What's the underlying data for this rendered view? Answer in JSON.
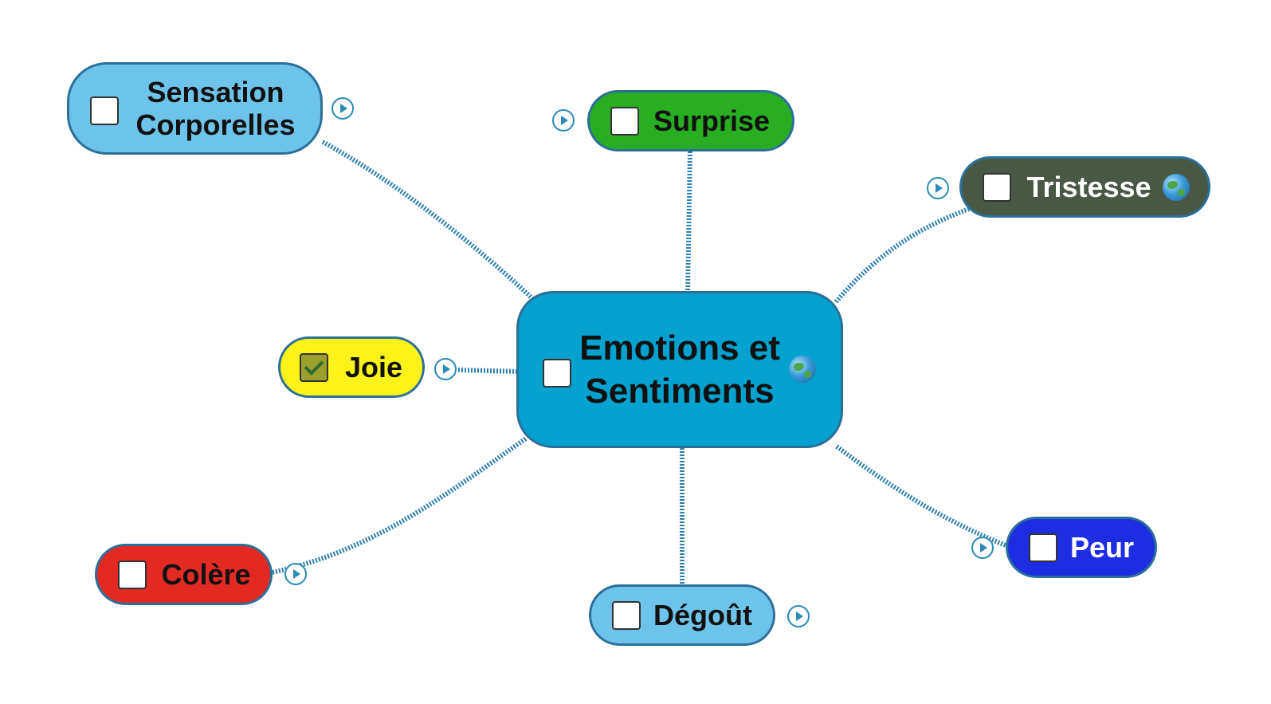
{
  "map": {
    "center": {
      "label": "Emotions et Sentiments",
      "checked": false,
      "icon": "globe-icon",
      "color": "#05a1cf"
    },
    "branches": [
      {
        "key": "sensation",
        "label": "Sensation Corporelles",
        "checked": false,
        "color": "#6ec3ea",
        "text_color": "#111111"
      },
      {
        "key": "surprise",
        "label": "Surprise",
        "checked": false,
        "color": "#29ad22",
        "text_color": "#111111"
      },
      {
        "key": "tristesse",
        "label": "Tristesse",
        "checked": false,
        "icon": "globe-icon",
        "color": "#485845",
        "text_color": "#ffffff"
      },
      {
        "key": "joie",
        "label": "Joie",
        "checked": true,
        "color": "#fbf219",
        "text_color": "#111111"
      },
      {
        "key": "colere",
        "label": "Colère",
        "checked": false,
        "color": "#e22a22",
        "text_color": "#111111"
      },
      {
        "key": "degout",
        "label": "Dégoût",
        "checked": false,
        "color": "#6ec3ea",
        "text_color": "#111111"
      },
      {
        "key": "peur",
        "label": "Peur",
        "checked": false,
        "color": "#1c2de2",
        "text_color": "#ffffff"
      }
    ],
    "link_color": "#2f7fb0",
    "play_icon": "play-circle-icon"
  }
}
